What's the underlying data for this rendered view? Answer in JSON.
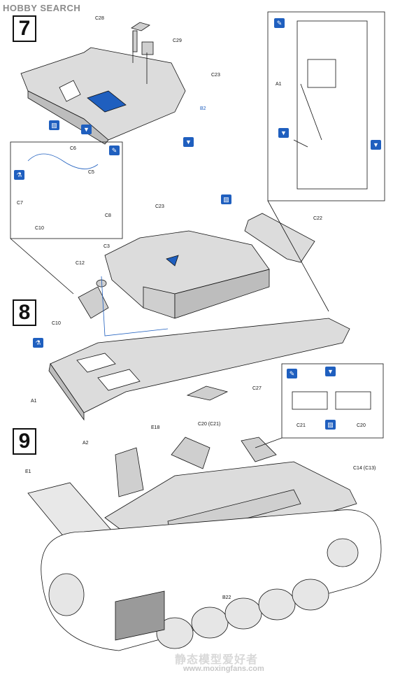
{
  "watermark": {
    "logo_text": "HOBBY SEARCH",
    "footer_cn": "静态模型爱好者",
    "footer_url": "www.moxingfans.com"
  },
  "steps": {
    "s7": "7",
    "s8": "8",
    "s9": "9"
  },
  "parts": {
    "c28": "C28",
    "c29": "C29",
    "c23a": "C23",
    "ref_b2": "B2",
    "a1_top": "A1",
    "c6": "C6",
    "c5": "C5",
    "c7": "C7",
    "c10_box": "C10",
    "c8": "C8",
    "c23b": "C23",
    "c22": "C22",
    "c3": "C3",
    "c12": "C12",
    "c10": "C10",
    "a1": "A1",
    "c27": "C27",
    "c21": "C21",
    "c20": "C20",
    "e18": "E18",
    "c20c21": "C20 (C21)",
    "a2": "A2",
    "e1": "E1",
    "c14c13": "C14 (C13)",
    "b22": "B22"
  },
  "colors": {
    "accent": "#1f5fbf",
    "line": "#111111",
    "shade": "#d0d0d0"
  }
}
